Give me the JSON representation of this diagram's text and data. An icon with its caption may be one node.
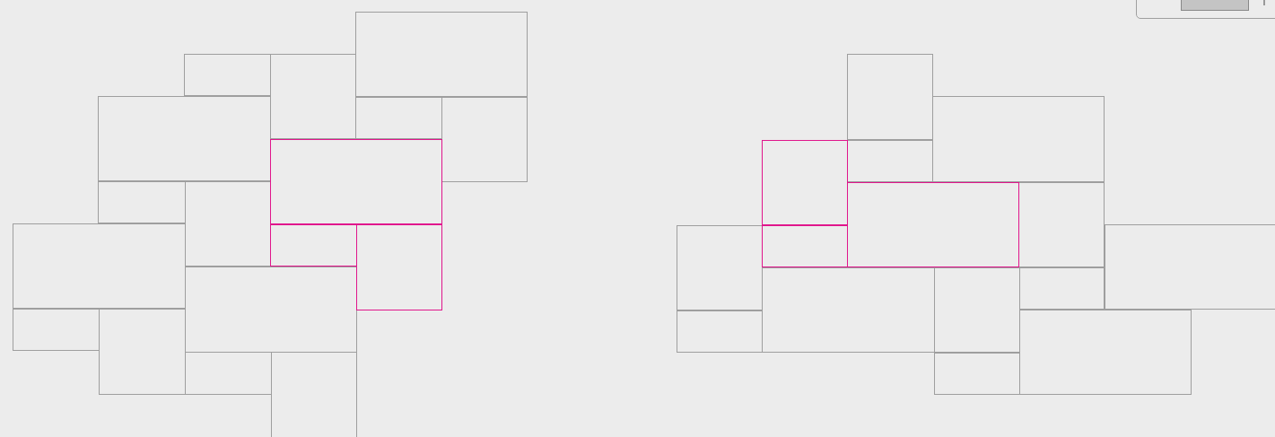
{
  "diagram": {
    "nodes": [
      {
        "text": [],
        "shape": "box"
      },
      {
        "text": [],
        "shape": "box"
      },
      {
        "text": [],
        "shape": "box"
      },
      {
        "text": [],
        "shape": "box"
      },
      {
        "text": [],
        "shape": "box"
      },
      {
        "text": [],
        "shape": "box"
      },
      {
        "text": [],
        "shape": "box"
      },
      {
        "text": [],
        "shape": "box"
      },
      {
        "text": [],
        "shape": "box"
      },
      {
        "text": [],
        "shape": "box"
      },
      {
        "text": [],
        "shape": "box"
      },
      {
        "text": [],
        "shape": "box"
      },
      {
        "text": [],
        "shape": "box"
      },
      {
        "text": [],
        "shape": "box"
      },
      {
        "text": [],
        "shape": "box"
      },
      {
        "text": [],
        "shape": "box"
      },
      {
        "text": [],
        "shape": "box"
      },
      {
        "text": [],
        "shape": "box"
      },
      {
        "text": [],
        "shape": "box"
      },
      {
        "text": [],
        "shape": "box"
      },
      {
        "text": [],
        "shape": "box"
      },
      {
        "text": [],
        "shape": "box"
      },
      {
        "text": [],
        "shape": "box"
      },
      {
        "text": [],
        "shape": "box"
      },
      {
        "text": [],
        "shape": "box"
      },
      {
        "text": [],
        "shape": "box"
      },
      {
        "text": [],
        "shape": "box"
      },
      {
        "text": [],
        "shape": "box"
      },
      {
        "text": [],
        "shape": "box"
      },
      {
        "text": [],
        "shape": "box"
      },
      {
        "text": [],
        "shape": "box"
      },
      {
        "text": [],
        "shape": "box"
      }
    ]
  }
}
